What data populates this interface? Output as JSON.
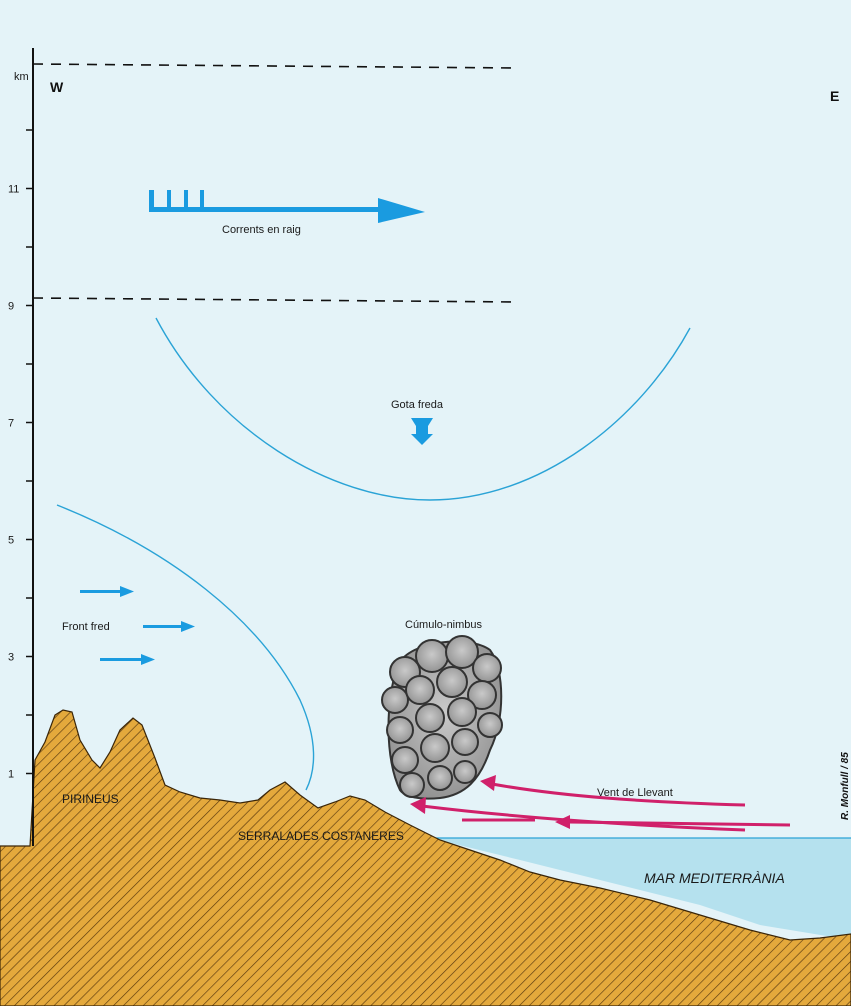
{
  "axis": {
    "unit": "km",
    "ticks": [
      "1",
      "3",
      "5",
      "7",
      "9",
      "11"
    ]
  },
  "directions": {
    "west": "W",
    "east": "E"
  },
  "labels": {
    "jet": "Corrents en raig",
    "cold_drop": "Gota freda",
    "cold_front": "Front fred",
    "cumulonimbus": "Cúmulo-nimbus",
    "east_wind": "Vent de Llevant",
    "pyrenees": "PIRINEUS",
    "coastal_ranges": "SERRALADES COSTANERES",
    "sea": "MAR MEDITERRÀNIA"
  },
  "signature": "R. Monfull / 85",
  "colors": {
    "background": "#e4f3f8",
    "sea": "#b5e1ee",
    "land": "#e4a93c",
    "hatch": "#5a3a10",
    "blue_arrow": "#1a9be0",
    "curve": "#2aa3d6",
    "wind_arrow": "#d0206a",
    "cloud": "#a8a8a8",
    "cloud_outline": "#333333"
  }
}
